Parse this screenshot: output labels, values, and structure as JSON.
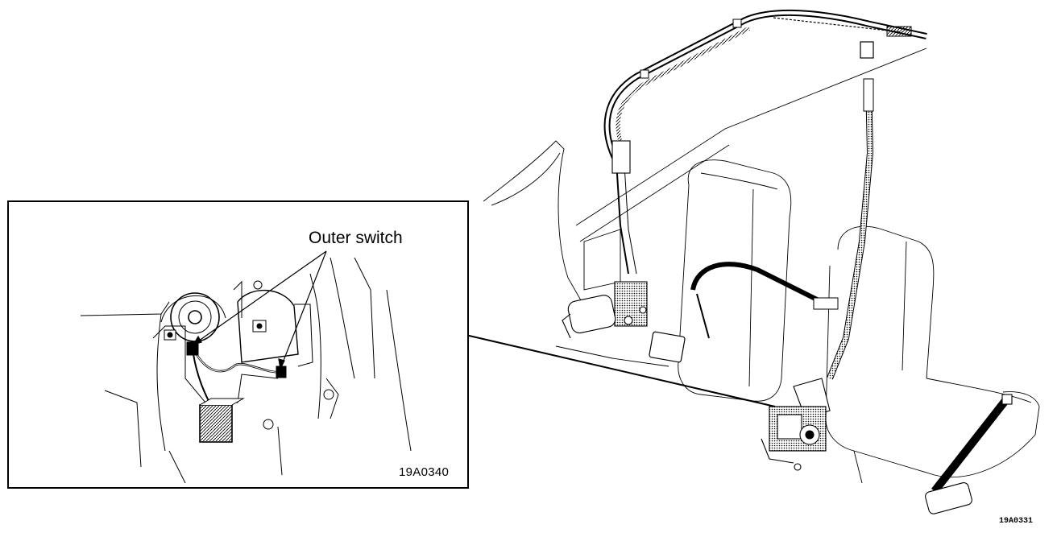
{
  "inset": {
    "callout_label": "Outer switch",
    "figure_code": "19A0340"
  },
  "main": {
    "figure_code": "19A0331"
  },
  "colors": {
    "ink": "#000000",
    "paper": "#ffffff",
    "shade": "#6b6b6b"
  }
}
